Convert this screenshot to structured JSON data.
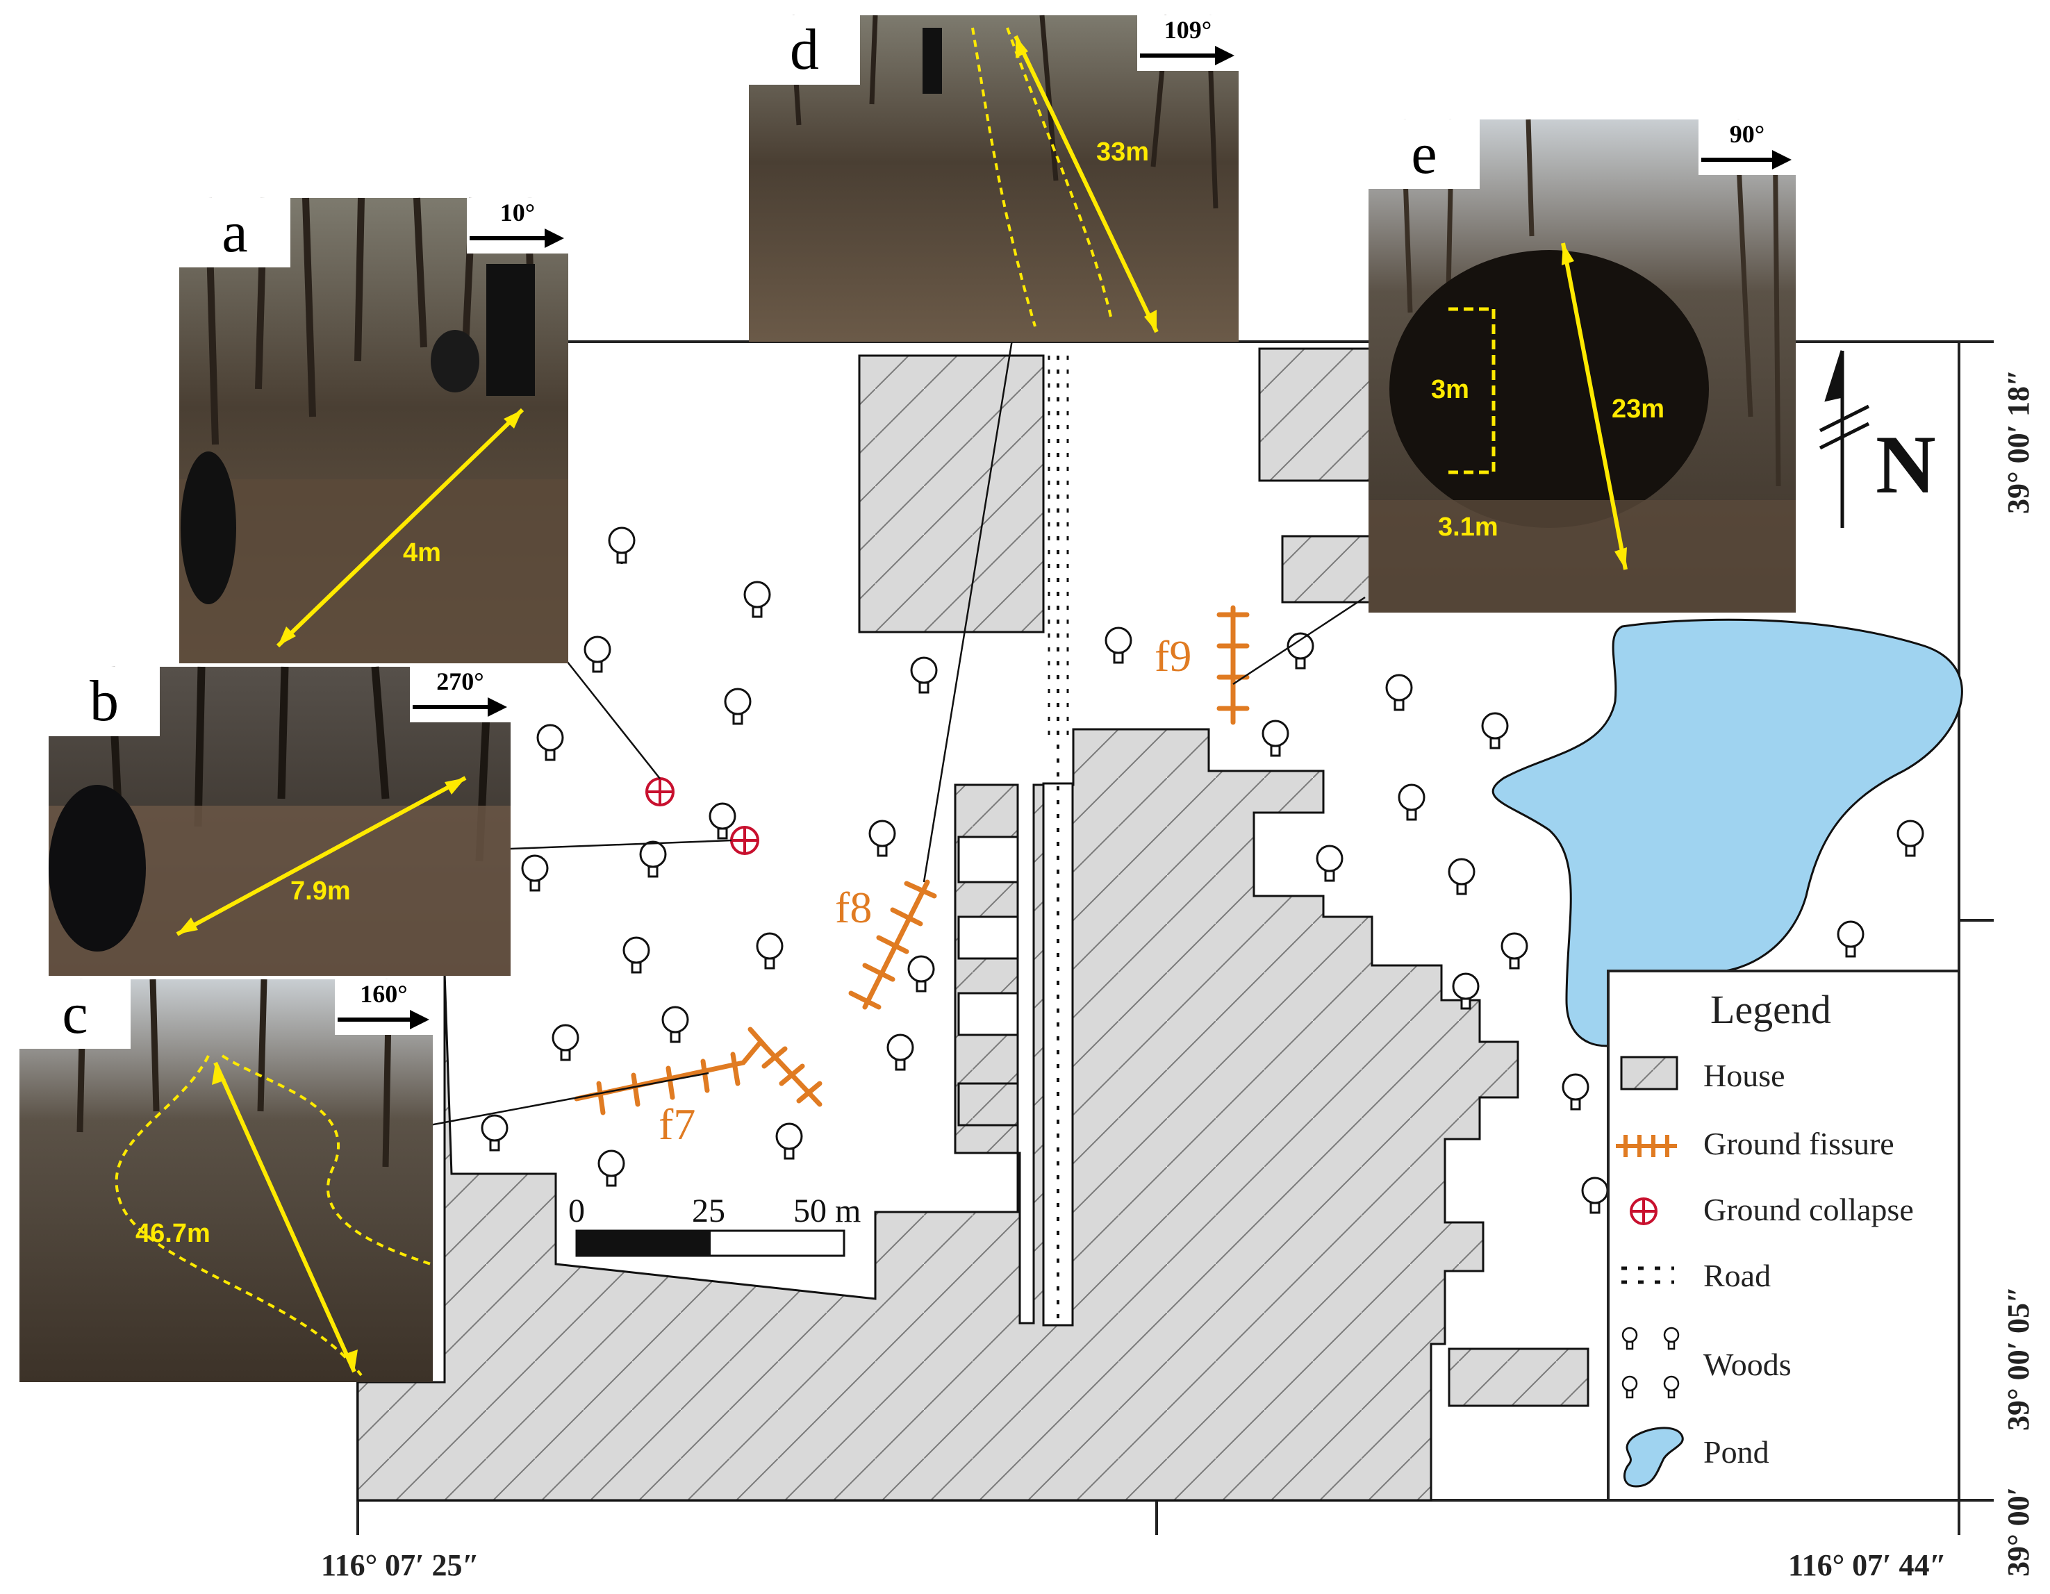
{
  "photos": [
    {
      "id": "a",
      "label": "a",
      "direction": "10°",
      "measurement": "4m"
    },
    {
      "id": "b",
      "label": "b",
      "direction": "270°",
      "measurement": "7.9m"
    },
    {
      "id": "c",
      "label": "c",
      "direction": "160°",
      "measurement": "46.7m"
    },
    {
      "id": "d",
      "label": "d",
      "direction": "109°",
      "measurement": "33m"
    },
    {
      "id": "e",
      "label": "e",
      "direction": "90°",
      "measurements": [
        "3m",
        "23m",
        "3.1m"
      ]
    }
  ],
  "fissures": [
    {
      "id": "f7",
      "label": "f7"
    },
    {
      "id": "f8",
      "label": "f8"
    },
    {
      "id": "f9",
      "label": "f9"
    }
  ],
  "scale_bar": {
    "ticks": [
      "0",
      "25",
      "50 m"
    ]
  },
  "north": {
    "label": "N"
  },
  "coordinates": {
    "lat_top": "39° 00′ 18″",
    "lat_mid": "39° 00′ 05″",
    "lat_bottom": "39° 00′",
    "lon_left": "116° 07′ 25″",
    "lon_right": "116° 07′ 44″"
  },
  "legend": {
    "title": "Legend",
    "items": [
      {
        "symbol": "house",
        "label": "House"
      },
      {
        "symbol": "ground-fissure",
        "label": "Ground fissure"
      },
      {
        "symbol": "ground-collapse",
        "label": "Ground collapse"
      },
      {
        "symbol": "road",
        "label": "Road"
      },
      {
        "symbol": "woods",
        "label": "Woods"
      },
      {
        "symbol": "pond",
        "label": "Pond"
      }
    ]
  },
  "colors": {
    "house_fill": "#d9d9d9",
    "fissure": "#e07b22",
    "collapse": "#c8102e",
    "pond": "#9fd3f0",
    "measure": "#ffea00"
  }
}
